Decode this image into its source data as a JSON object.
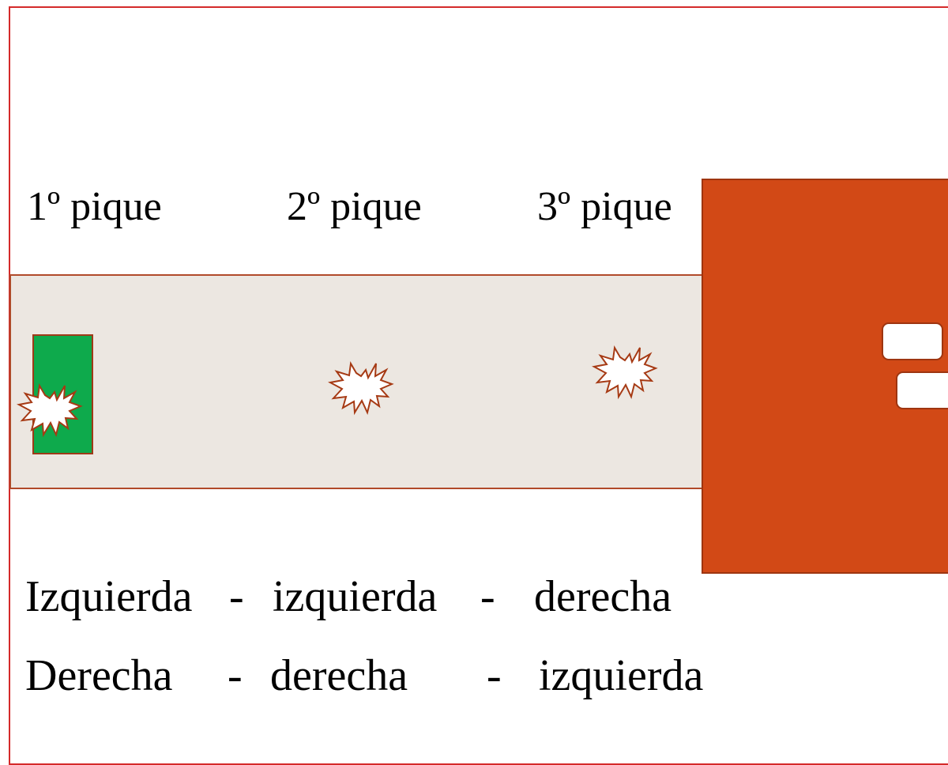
{
  "headings": {
    "pique_1": "1º pique",
    "pique_2": "2º pique",
    "pique_3": "3º pique"
  },
  "patterns": [
    {
      "a": "Izquierda",
      "sep1": "-",
      "b": "izquierda",
      "sep2": "-",
      "c": "derecha"
    },
    {
      "a": "Derecha",
      "sep1": "-",
      "b": "derecha",
      "sep2": "-",
      "c": "izquierda"
    }
  ],
  "colors": {
    "frame": "#d42a2a",
    "lane": "#ece7e1",
    "block": "#d24916",
    "start_box": "#0eaa4c",
    "burst_fill": "#ffffff",
    "burst_stroke": "#a63a14"
  },
  "icons": [
    "burst-icon",
    "burst-icon",
    "burst-icon"
  ]
}
